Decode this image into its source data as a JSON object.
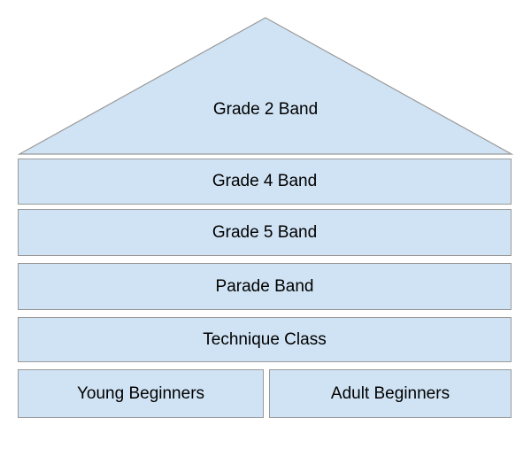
{
  "diagram": {
    "type": "pyramid",
    "levels": [
      {
        "label": "Grade 2 Band",
        "shape": "triangle"
      },
      {
        "label": "Grade 4 Band",
        "shape": "rectangle"
      },
      {
        "label": "Grade 5 Band",
        "shape": "rectangle"
      },
      {
        "label": "Parade Band",
        "shape": "rectangle"
      },
      {
        "label": "Technique Class",
        "shape": "rectangle"
      }
    ],
    "base_row": [
      {
        "label": "Young Beginners",
        "shape": "rectangle"
      },
      {
        "label": "Adult Beginners",
        "shape": "rectangle"
      }
    ],
    "colors": {
      "box_fill": "#d0e3f4",
      "box_border": "#999999",
      "text": "#000000",
      "background": "#ffffff"
    }
  }
}
